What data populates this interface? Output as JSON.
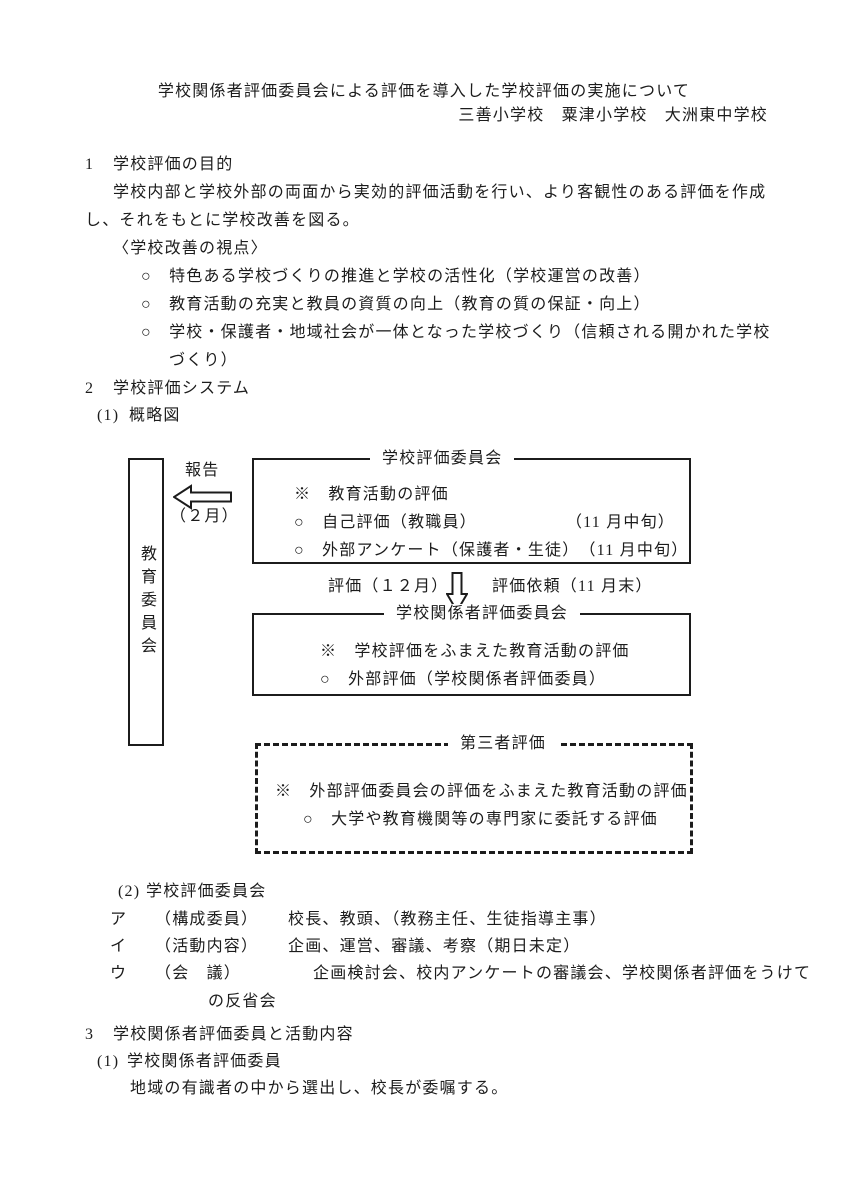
{
  "doc": {
    "title": "学校関係者評価委員会による評価を導入した学校評価の実施について",
    "schools": "三善小学校　粟津小学校　大洲東中学校"
  },
  "s1": {
    "num": "1",
    "heading": "学校評価の目的",
    "line1": "学校内部と学校外部の両面から実効的評価活動を行い、より客観性のある評価を作成",
    "line2": "し、それをもとに学校改善を図る。",
    "viewpoint": "〈学校改善の視点〉",
    "b1": "○　特色ある学校づくりの推進と学校の活性化（学校運営の改善）",
    "b2": "○　教育活動の充実と教員の資質の向上（教育の質の保証・向上）",
    "b3": "○　学校・保護者・地域社会が一体となった学校づくり（信頼される開かれた学校",
    "b3wrap": "づくり）"
  },
  "s2": {
    "num": "2",
    "heading": "学校評価システム",
    "sub1num": "(1)",
    "sub1": "概略図",
    "sub2num": "(2)",
    "sub2": "学校評価委員会",
    "rows": [
      {
        "kana": "ア",
        "label": "（構成委員）",
        "text": "校長、教頭、（教務主任、生徒指導主事）"
      },
      {
        "kana": "イ",
        "label": "（活動内容）",
        "text": "企画、運営、審議、考察（期日未定）"
      },
      {
        "kana": "ウ",
        "label": "（会　議）",
        "text": "企画検討会、校内アンケートの審議会、学校関係者評価をうけて"
      }
    ],
    "row3wrap": "の反省会"
  },
  "diagram": {
    "board": "教育委員会",
    "report": "報告",
    "reportMonth": "（２月）",
    "evalLabel": "評価（１２月）",
    "requestLabel": "評価依頼（11 月末）",
    "box1": {
      "title": "学校評価委員会",
      "r1": "※　教育活動の評価",
      "r2": "○　自己評価（教職員）",
      "r2time": "（11 月中旬）",
      "r3": "○　外部アンケート（保護者・生徒）",
      "r3time": "（11 月中旬）"
    },
    "box2": {
      "title": "学校関係者評価委員会",
      "r1": "※　学校評価をふまえた教育活動の評価",
      "r2": "○　外部評価（学校関係者評価委員）"
    },
    "box3": {
      "title": "第三者評価",
      "r1": "※　外部評価委員会の評価をふまえた教育活動の評価",
      "r2": "○　大学や教育機関等の専門家に委託する評価"
    }
  },
  "s3": {
    "num": "3",
    "heading": "学校関係者評価委員と活動内容",
    "sub1num": "(1)",
    "sub1": "学校関係者評価委員",
    "body": "地域の有識者の中から選出し、校長が委嘱する。"
  },
  "colors": {
    "ink": "#1c1c1c",
    "paper": "#ffffff"
  }
}
